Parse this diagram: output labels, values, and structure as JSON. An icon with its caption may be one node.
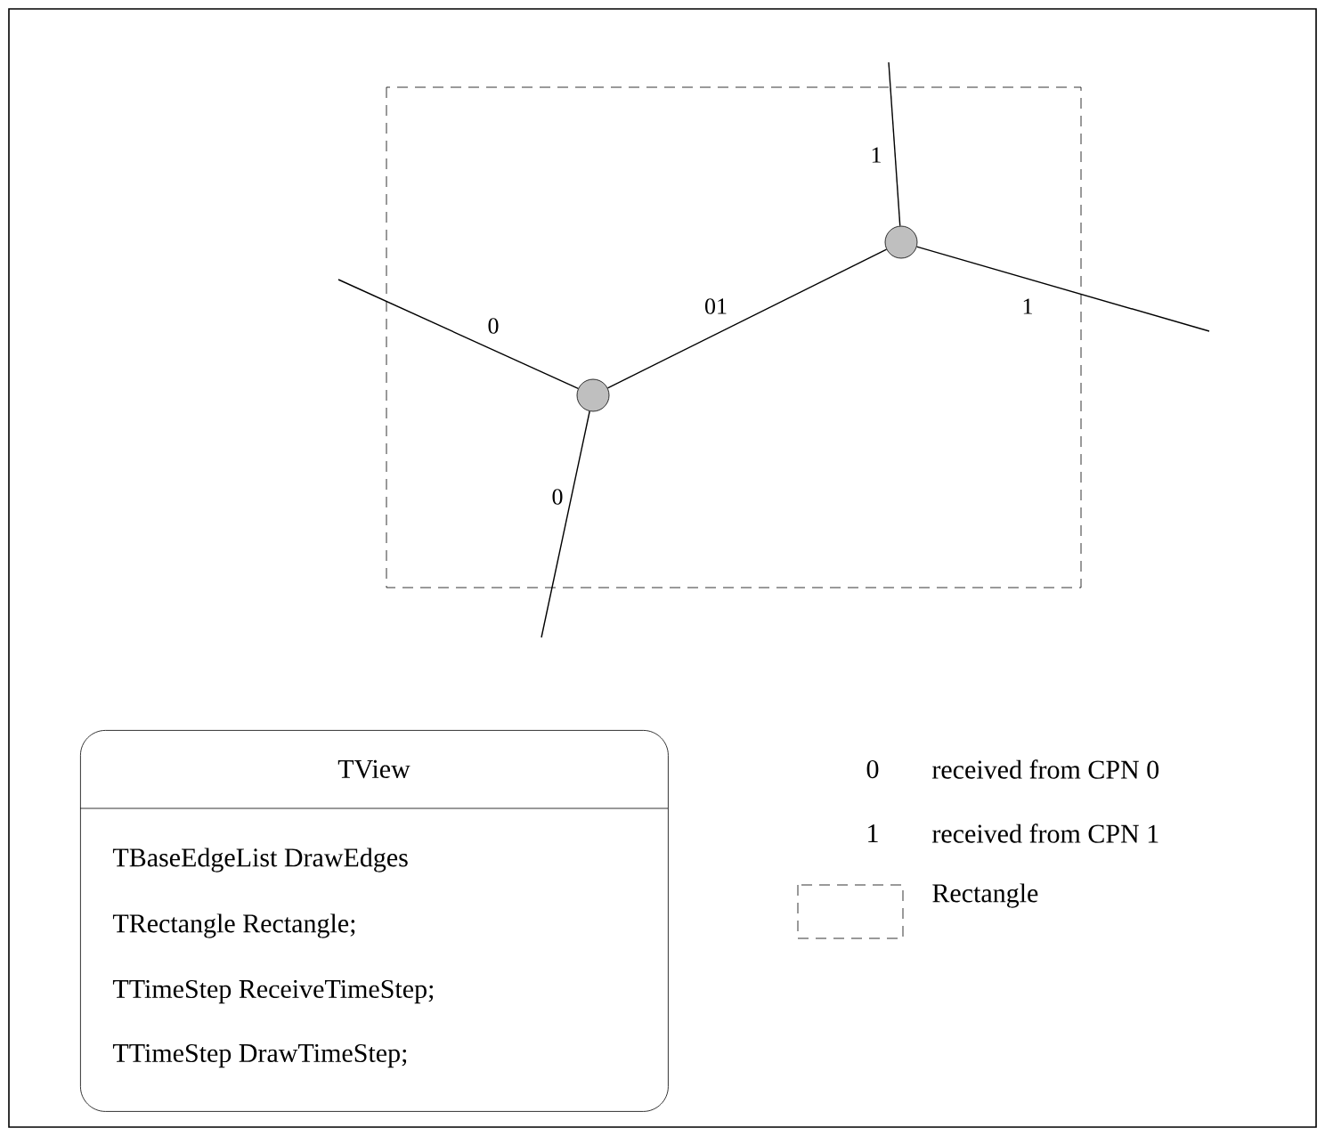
{
  "diagram": {
    "nodes": [
      {
        "text": [],
        "shape": "circle"
      },
      {
        "text": [],
        "shape": "circle"
      },
      {
        "text": [
          "TView",
          "TBaseEdgeList DrawEdges",
          "TRectangle Rectangle;",
          "TTimeStep ReceiveTimeStep;",
          "TTimeStep DrawTimeStep;"
        ]
      }
    ],
    "edges": [
      {
        "from": null,
        "to": 0,
        "arrow": "none",
        "label": "0"
      },
      {
        "from": 0,
        "to": null,
        "arrow": "none",
        "label": "0"
      },
      {
        "from": 0,
        "to": 1,
        "arrow": "none",
        "label": "01"
      },
      {
        "from": 1,
        "to": null,
        "arrow": "none",
        "label": "1"
      },
      {
        "from": 1,
        "to": null,
        "arrow": "none",
        "label": "1"
      }
    ],
    "labels": [
      "0",
      "received from CPN 0",
      "1",
      "received from CPN 1"
    ],
    "legend": [
      {
        "text": "Rectangle"
      }
    ]
  }
}
